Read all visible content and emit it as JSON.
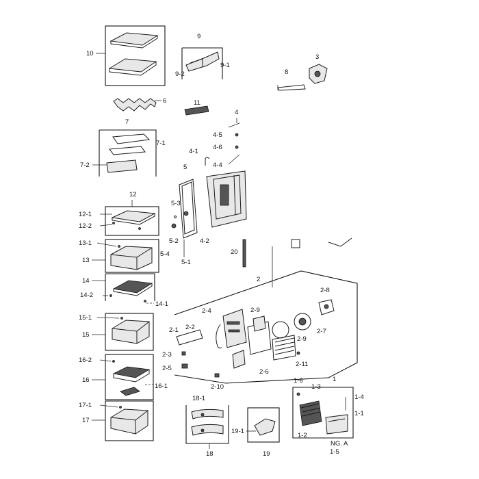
{
  "labels": {
    "l10": "10",
    "l9": "9",
    "l9_1": "9-1",
    "l9_2": "9-2",
    "l8": "8",
    "l3": "3",
    "l6": "6",
    "l11": "11",
    "l4": "4",
    "l4_5": "4-5",
    "l4_6": "4-6",
    "l4_1": "4-1",
    "l4_4": "4-4",
    "l7": "7",
    "l7_1": "7-1",
    "l7_2": "7-2",
    "l5": "5",
    "l5_3": "5-3",
    "l5_2": "5-2",
    "l5_4": "5-4",
    "l5_1": "5-1",
    "l4_2": "4-2",
    "l20": "20",
    "l12": "12",
    "l12_1": "12-1",
    "l12_2": "12-2",
    "l13_1": "13-1",
    "l13": "13",
    "l14": "14",
    "l14_2": "14-2",
    "l14_1": "14-1",
    "l15_1": "15-1",
    "l15": "15",
    "l16_2": "16-2",
    "l16": "16",
    "l16_1": "16-1",
    "l17_1": "17-1",
    "l17": "17",
    "l2": "2",
    "l2_8": "2-8",
    "l2_4": "2-4",
    "l2_9a": "2-9",
    "l2_7": "2-7",
    "l2_9b": "2-9",
    "l2_1": "2-1",
    "l2_2": "2-2",
    "l2_3": "2-3",
    "l2_5": "2-5",
    "l2_6": "2-6",
    "l2_11": "2-11",
    "l2_10": "2-10",
    "l18_1": "18-1",
    "l18": "18",
    "l19_1": "19-1",
    "l19": "19",
    "l1": "1",
    "l1_6": "1-6",
    "l1_3": "1-3",
    "l1_4": "1-4",
    "l1_1": "1-1",
    "l1_2": "1-2",
    "l1_5": "1-5",
    "lng": "NG. A"
  }
}
